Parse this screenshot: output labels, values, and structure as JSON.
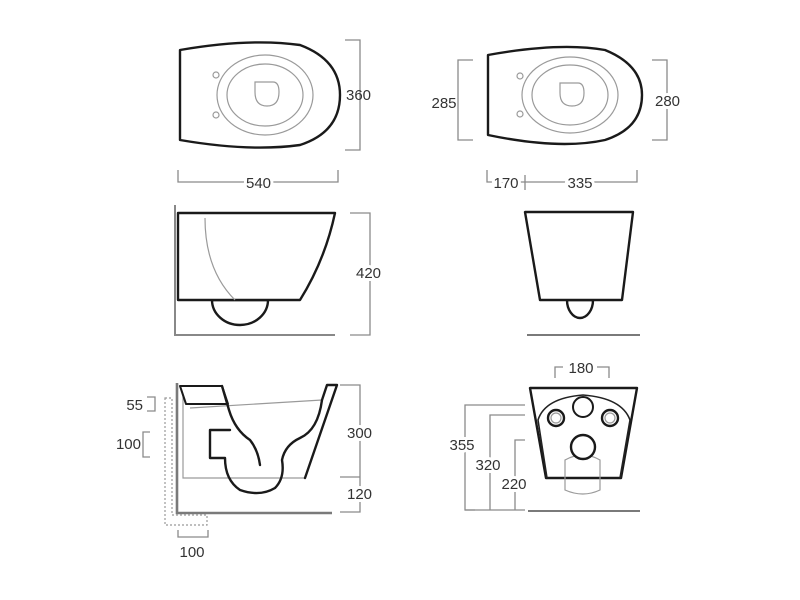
{
  "views": {
    "top_left": {
      "depth": "360",
      "length": "540"
    },
    "top_right": {
      "left_height": "285",
      "right_height": "280",
      "offset": "170",
      "span": "335"
    },
    "side": {
      "height": "420"
    },
    "section": {
      "inlet_height": "55",
      "outlet_height": "100",
      "bowl_height": "300",
      "floor_clearance": "120",
      "wall_depth": "100"
    },
    "rear": {
      "fixing_spacing": "180",
      "height_top": "355",
      "height_fixing": "320",
      "height_outlet": "220"
    }
  }
}
